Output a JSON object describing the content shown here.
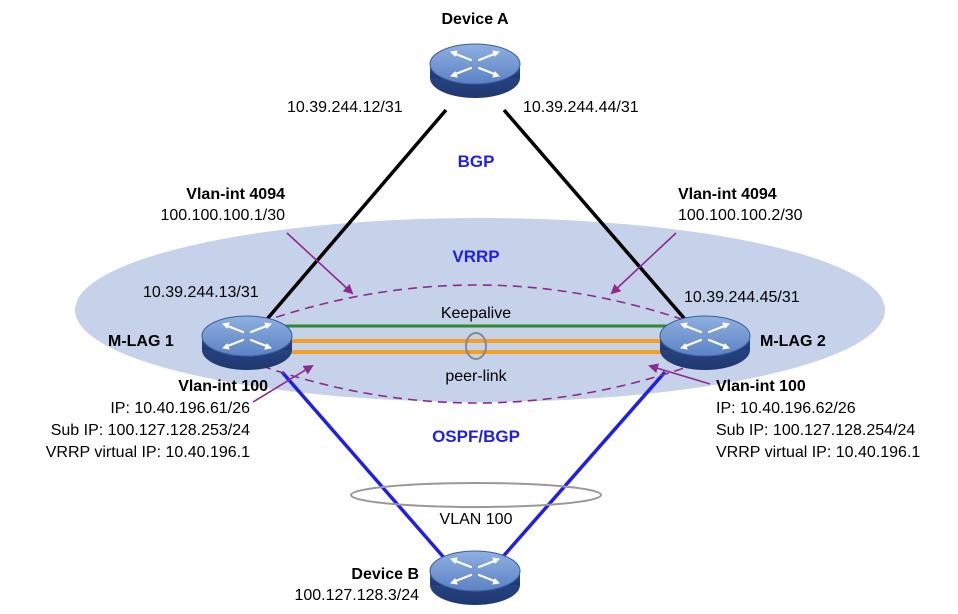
{
  "devices": {
    "device_a": {
      "name": "Device A"
    },
    "device_b": {
      "name": "Device B",
      "ip": "100.127.128.3/24"
    },
    "mlag1": {
      "name": "M-LAG 1"
    },
    "mlag2": {
      "name": "M-LAG 2"
    }
  },
  "links": {
    "a_left_ip": "10.39.244.12/31",
    "a_right_ip": "10.39.244.44/31",
    "mlag1_uplink_ip": "10.39.244.13/31",
    "mlag2_uplink_ip": "10.39.244.45/31",
    "keepalive": "Keepalive",
    "peer_link": "peer-link",
    "vlan": "VLAN 100"
  },
  "protocols": {
    "bgp": "BGP",
    "vrrp": "VRRP",
    "ospf_bgp": "OSPF/BGP"
  },
  "interfaces": {
    "mlag1_vlan4094": {
      "name": "Vlan-int 4094",
      "ip": "100.100.100.1/30"
    },
    "mlag2_vlan4094": {
      "name": "Vlan-int 4094",
      "ip": "100.100.100.2/30"
    },
    "mlag1_vlan100": {
      "name": "Vlan-int 100",
      "ip": "IP: 10.40.196.61/26",
      "sub_ip": "Sub IP: 100.127.128.253/24",
      "vrrp": "VRRP virtual IP: 10.40.196.1"
    },
    "mlag2_vlan100": {
      "name": "Vlan-int 100",
      "ip": "IP: 10.40.196.62/26",
      "sub_ip": "Sub IP: 100.127.128.254/24",
      "vrrp": "VRRP virtual IP: 10.40.196.1"
    }
  },
  "colors": {
    "cloud": "#c5d2ea",
    "bgp_link": "#000000",
    "downlink": "#1f1fe6",
    "keepalive": "#2f8a2f",
    "peer_link": "#f5a020",
    "vrrp_arc": "#8e2a8e",
    "device_body": "#4f74b4"
  }
}
